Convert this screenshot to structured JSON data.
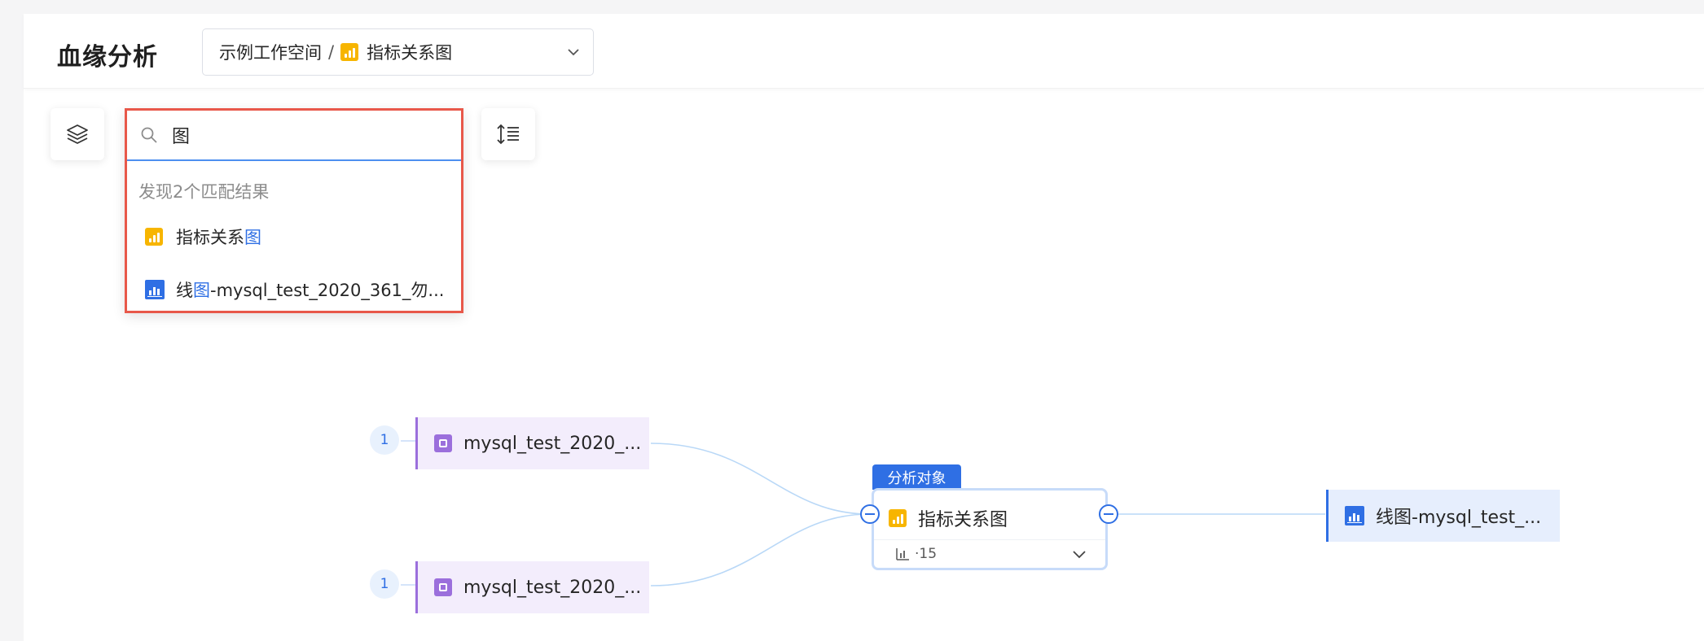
{
  "header": {
    "title": "血缘分析",
    "workspace": "示例工作空间",
    "separator": "/",
    "current_item": "指标关系图"
  },
  "search": {
    "query": "图",
    "match_count": "发现2个匹配结果",
    "results": [
      {
        "before": "指标关系",
        "match": "图",
        "after": "",
        "icon": "chart-icon-yellow"
      },
      {
        "before": "线",
        "match": "图",
        "after": "-mysql_test_2020_361_勿...",
        "icon": "line-chart-icon-blue"
      }
    ]
  },
  "graph": {
    "sources": [
      {
        "count": "1",
        "label": "mysql_test_2020_..."
      },
      {
        "count": "1",
        "label": "mysql_test_2020_..."
      }
    ],
    "center": {
      "tag": "分析对象",
      "label": "指标关系图",
      "meta": "·15"
    },
    "target": {
      "label": "线图-mysql_test_..."
    }
  },
  "colors": {
    "accent": "#2f6fe4",
    "highlight_border": "#e8584a",
    "dataset": "#9b6fdc",
    "chart_yellow": "#f7b500"
  }
}
